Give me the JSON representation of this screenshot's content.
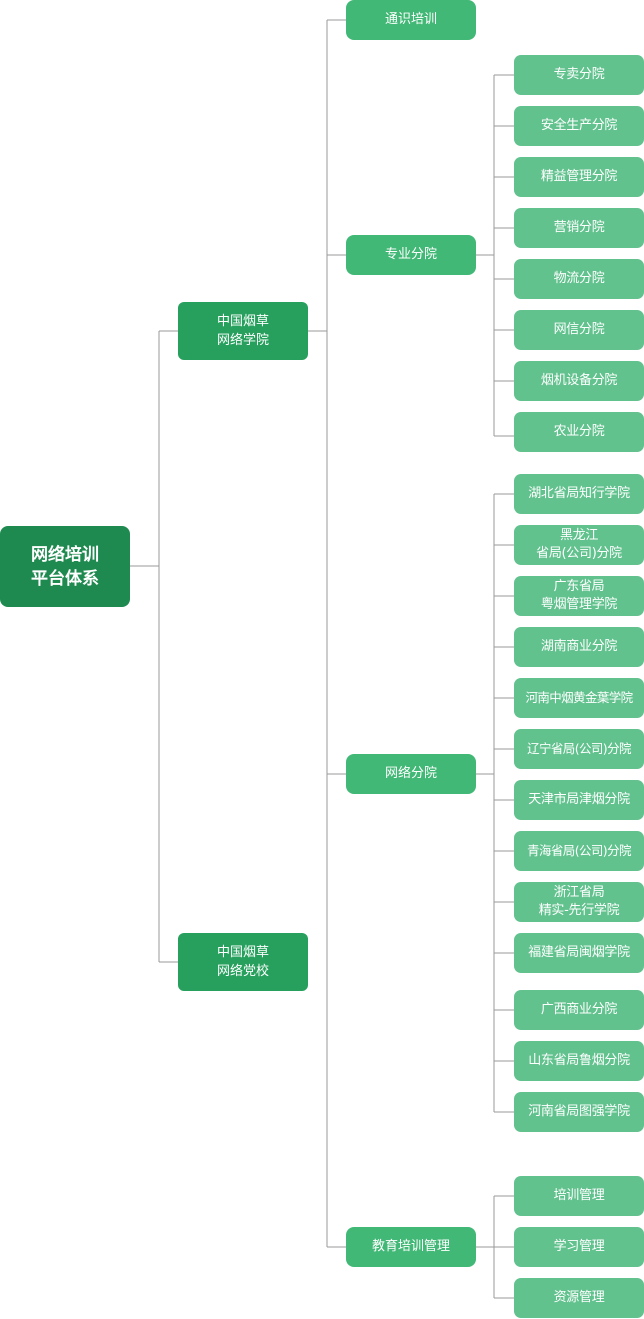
{
  "root": "网络培训\n平台体系",
  "branches": {
    "academy": "中国烟草\n网络学院",
    "party_school": "中国烟草\n网络党校"
  },
  "categories": {
    "general": "通识培训",
    "professional": "专业分院",
    "network": "网络分院",
    "management": "教育培训管理"
  },
  "professional_items": [
    "专卖分院",
    "安全生产分院",
    "精益管理分院",
    "营销分院",
    "物流分院",
    "网信分院",
    "烟机设备分院",
    "农业分院"
  ],
  "network_items": [
    "湖北省局知行学院",
    "黑龙江\n省局(公司)分院",
    "广东省局\n粤烟管理学院",
    "湖南商业分院",
    "河南中烟黄金葉学院",
    "辽宁省局(公司)分院",
    "天津市局津烟分院",
    "青海省局(公司)分院",
    "浙江省局\n精实-先行学院",
    "福建省局闽烟学院",
    "广西商业分院",
    "山东省局鲁烟分院",
    "河南省局图强学院"
  ],
  "management_items": [
    "培训管理",
    "学习管理",
    "资源管理"
  ],
  "colors": {
    "root": "#1f8a50",
    "level1": "#27a05e",
    "level2": "#41b876",
    "level3": "#61c28e",
    "connector": "#9a9a9a"
  }
}
